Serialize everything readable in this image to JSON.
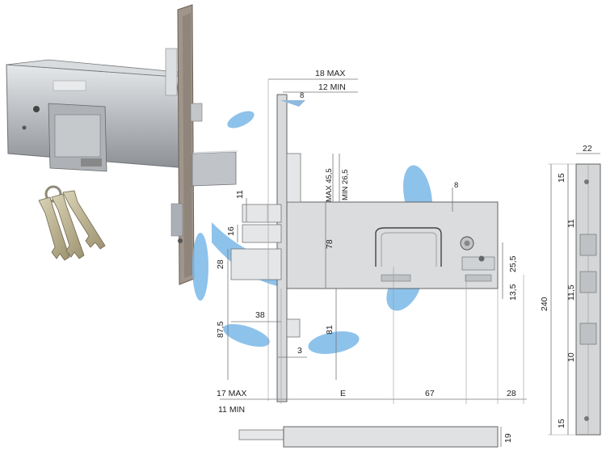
{
  "drawing": {
    "top_dims": {
      "max_label": "18 MAX",
      "min_label": "12 MIN",
      "screw": "8"
    },
    "vertical_labels": {
      "max_label": "MAX 45,5",
      "min_label": "MIN 26,5",
      "height_78": "78",
      "height_81": "81"
    },
    "left_dims": {
      "d11": "11",
      "d16": "16",
      "d28": "28",
      "d38": "38",
      "d87_5": "87,5",
      "d3": "3"
    },
    "right_dims": {
      "d8": "8",
      "d25_5": "25,5",
      "d13_5": "13,5"
    },
    "bottom_dims": {
      "max_label": "17 MAX",
      "min_label": "11 MIN",
      "e": "E",
      "d67": "67",
      "d28": "28"
    },
    "bolt_dim": "19",
    "strike_dims": {
      "width": "22",
      "h240": "240",
      "d15_top": "15",
      "d11": "11",
      "d11_5": "11,5",
      "d10": "10",
      "d15_bottom": "15"
    }
  },
  "colors": {
    "accent_blue": "#7ab8e8",
    "steel": "#c9ccd0",
    "brass": "#b8ad8a"
  }
}
